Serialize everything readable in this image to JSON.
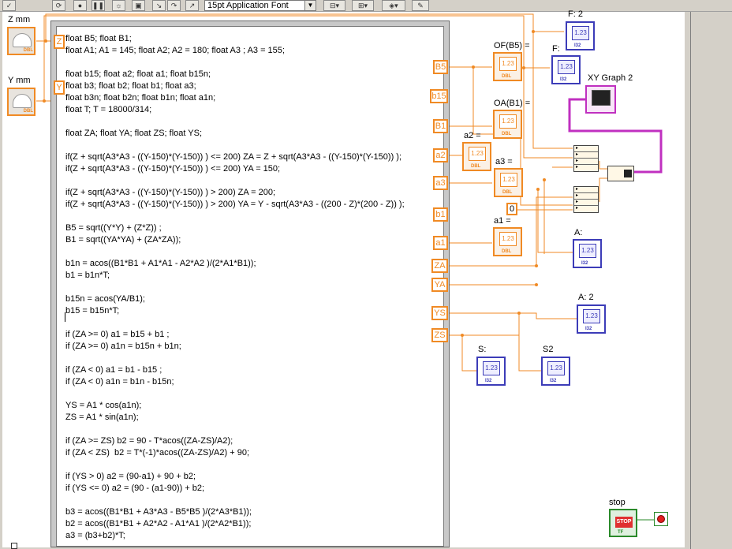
{
  "toolbar": {
    "font_label": "15pt Application Font",
    "icons": [
      "checkmark-icon",
      "run-continuously-icon",
      "abort-icon",
      "pause-icon",
      "highlight-icon",
      "retain-wire-values-icon",
      "step-into-icon",
      "step-over-icon",
      "step-out-icon",
      "align-icon",
      "distribute-icon",
      "reorder-icon",
      "cleanup-icon"
    ]
  },
  "controls": {
    "z_label": "Z mm",
    "y_label": "Y mm",
    "knob_tag": "DBL",
    "ind_tag": "I32",
    "dbl_tag": "DBL"
  },
  "formula_code": "float B5; float B1;\nfloat A1; A1 = 145; float A2; A2 = 180; float A3 ; A3 = 155;\n\nfloat b15; float a2; float a1; float b15n;\nfloat b3; float b2; float b1; float a3;\nfloat b3n; float b2n; float b1n; float a1n;\nfloat T; T = 18000/314;\n\nfloat ZA; float YA; float ZS; float YS;\n\nif(Z + sqrt(A3*A3 - ((Y-150)*(Y-150)) ) <= 200) ZA = Z + sqrt(A3*A3 - ((Y-150)*(Y-150)) );\nif(Z + sqrt(A3*A3 - ((Y-150)*(Y-150)) ) <= 200) YA = 150;\n\nif(Z + sqrt(A3*A3 - ((Y-150)*(Y-150)) ) > 200) ZA = 200;\nif(Z + sqrt(A3*A3 - ((Y-150)*(Y-150)) ) > 200) YA = Y - sqrt(A3*A3 - ((200 - Z)*(200 - Z)) );\n\nB5 = sqrt((Y*Y) + (Z*Z)) ;\nB1 = sqrt((YA*YA) + (ZA*ZA));\n\nb1n = acos((B1*B1 + A1*A1 - A2*A2 )/(2*A1*B1));\nb1 = b1n*T;\n\nb15n = acos(YA/B1);\nb15 = b15n*T;\n\nif (ZA >= 0) a1 = b15 + b1 ;\nif (ZA >= 0) a1n = b15n + b1n;\n\nif (ZA < 0) a1 = b1 - b15 ;\nif (ZA < 0) a1n = b1n - b15n;\n\nYS = A1 * cos(a1n);\nZS = A1 * sin(a1n);\n\nif (ZA >= ZS) b2 = 90 - T*acos((ZA-ZS)/A2);\nif (ZA < ZS)  b2 = T*(-1)*acos((ZA-ZS)/A2) + 90;\n\nif (YS > 0) a2 = (90-a1) + 90 + b2;\nif (YS <= 0) a2 = (90 - (a1-90)) + b2;\n\nb3 = acos((B1*B1 + A3*A3 - B5*B5 )/(2*A3*B1));\nb2 = acos((B1*B1 + A2*A2 - A1*A1 )/(2*A2*B1));\na3 = (b3+b2)*T;",
  "inputs": {
    "z": "Z",
    "y": "Y"
  },
  "outputs": [
    "B5",
    "b15",
    "B1",
    "a2",
    "a3",
    "b1",
    "a1",
    "ZA",
    "YA",
    "YS",
    "ZS"
  ],
  "indicators": {
    "f2": "F: 2",
    "f": "F:",
    "ofb5": "OF(B5) =",
    "oab1": "OA(B1) =",
    "a2": "a2 =",
    "a3": "a3 =",
    "a1": "a1 =",
    "a": "A:",
    "a_2": "A: 2",
    "s": "S:",
    "s2": "S2",
    "xy_graph": "XY Graph 2",
    "stop": "stop",
    "value": "1.23"
  },
  "constant_zero": "0",
  "colors": {
    "dbl_wire": "#f08a24",
    "cluster_wire": "#c030c0",
    "int_indicator": "#3c3cb8",
    "bool": "#2a8a2a",
    "toolbar_bg": "#d4d0c8"
  }
}
